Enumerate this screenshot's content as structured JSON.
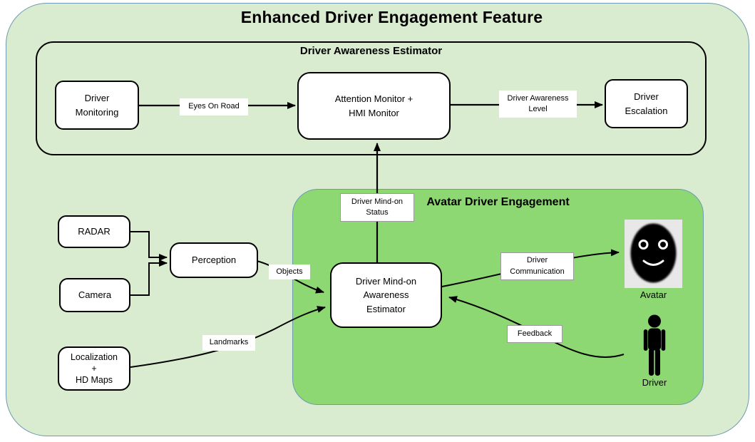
{
  "title": "Enhanced Driver Engagement Feature",
  "sections": {
    "dae": {
      "title": "Driver Awareness Estimator"
    },
    "avatar_engagement": {
      "title": "Avatar Driver Engagement"
    }
  },
  "nodes": {
    "driver_monitoring": "Driver\nMonitoring",
    "attention_monitor": "Attention Monitor +\nHMI Monitor",
    "driver_escalation": "Driver\nEscalation",
    "radar": "RADAR",
    "camera": "Camera",
    "perception": "Perception",
    "localization": "Localization\n+\nHD Maps",
    "mind_on_estimator": "Driver Mind-on\nAwareness\nEstimator"
  },
  "edge_labels": {
    "eyes_on_road": "Eyes On Road",
    "driver_awareness_level": "Driver Awareness\nLevel",
    "driver_mind_on_status": "Driver Mind-on\nStatus",
    "objects": "Objects",
    "landmarks": "Landmarks",
    "driver_communication": "Driver\nCommunication",
    "feedback": "Feedback"
  },
  "captions": {
    "avatar": "Avatar",
    "driver": "Driver"
  },
  "icons": {
    "avatar": "smiley-face-avatar-icon",
    "driver": "person-silhouette-icon"
  },
  "colors": {
    "outer_fill": "#d9ecd0",
    "inner_fill": "#8dd872",
    "frame_border": "#6e9ab0",
    "line": "#000000",
    "node_fill": "#ffffff",
    "avatar_bg": "#e8e8e8"
  }
}
